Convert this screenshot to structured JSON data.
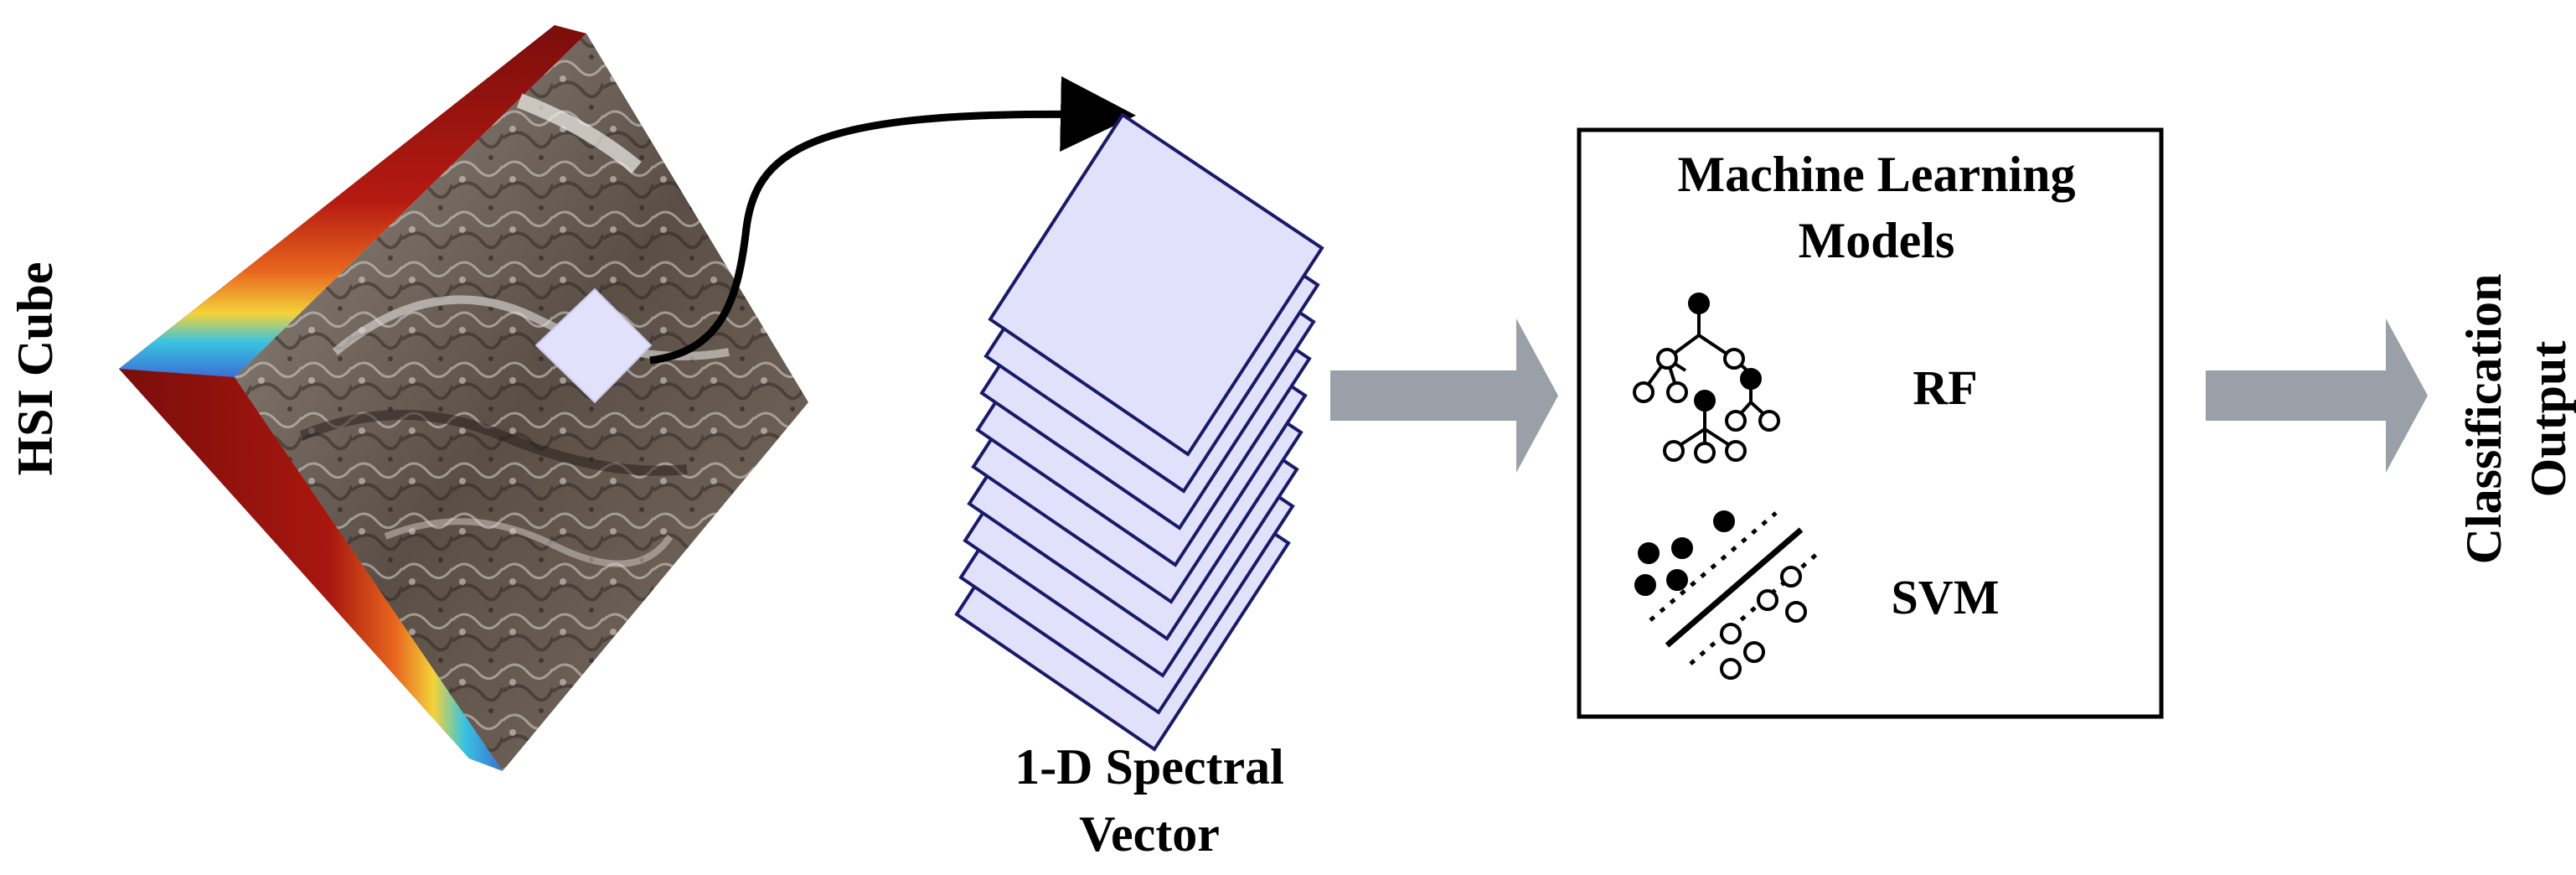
{
  "labels": {
    "hsi_cube": "HSI Cube",
    "spectral_line1": "1-D Spectral",
    "spectral_line2": "Vector",
    "ml_title_line1": "Machine Learning",
    "ml_title_line2": "Models",
    "rf": "RF",
    "svm": "SVM",
    "output_line1": "Classification",
    "output_line2": "Output"
  },
  "colors": {
    "sheet_fill": "#e1e1fb",
    "arrow_gray": "#9aa0a7",
    "band_dark": "#7a0d0b",
    "band_red": "#b51a12",
    "band_orange": "#e8661e",
    "band_cyan": "#39c4e0",
    "band_blue": "#3b6fd6"
  },
  "icons": {
    "cube": "hyperspectral-cube-icon",
    "tree": "decision-tree-icon",
    "svm": "svm-hyperplane-icon"
  }
}
